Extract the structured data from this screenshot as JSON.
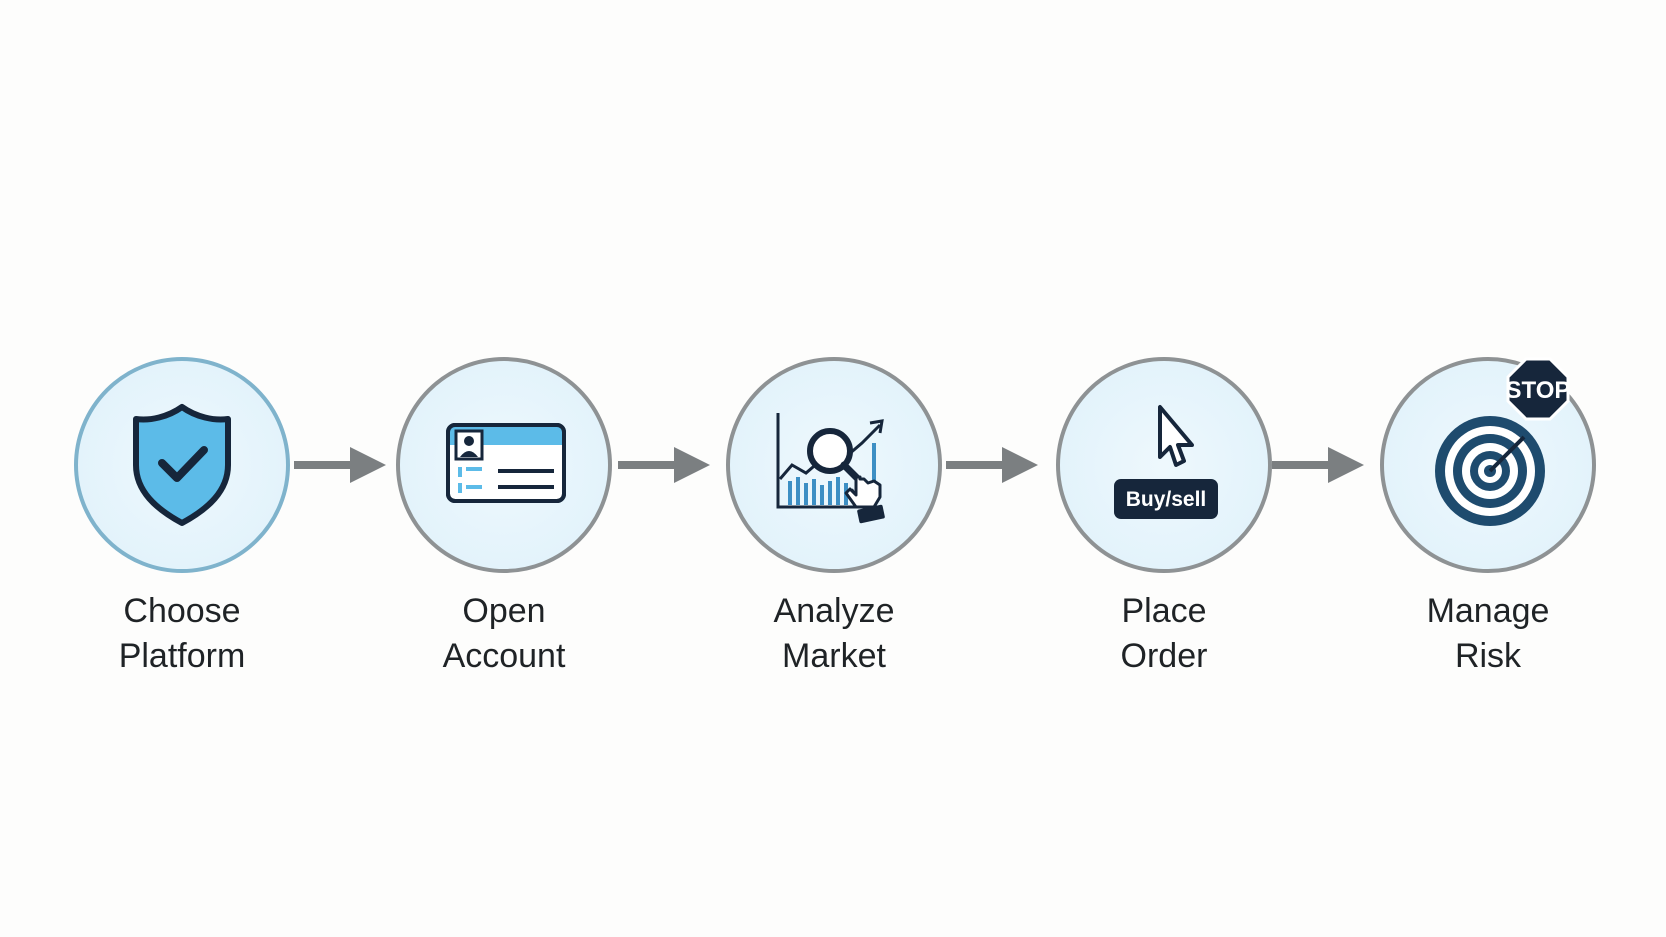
{
  "steps": [
    {
      "line1": "Choose",
      "line2": "Platform",
      "icon": "shield-check-icon"
    },
    {
      "line1": "Open",
      "line2": "Account",
      "icon": "id-card-icon"
    },
    {
      "line1": "Analyze",
      "line2": "Market",
      "icon": "chart-magnifier-icon"
    },
    {
      "line1": "Place",
      "line2": "Order",
      "icon": "cursor-buy-sell-icon",
      "button_text": "Buy/sell"
    },
    {
      "line1": "Manage",
      "line2": "Risk",
      "icon": "target-stop-icon",
      "sign_text": "STOP"
    }
  ],
  "colors": {
    "circle_border": "#8e9294",
    "first_circle_border": "#7fb3cc",
    "circle_fill": "#e3f3fb",
    "arrow": "#7b7f81",
    "icon_blue": "#5cbbe8",
    "icon_dark": "#16263b"
  }
}
